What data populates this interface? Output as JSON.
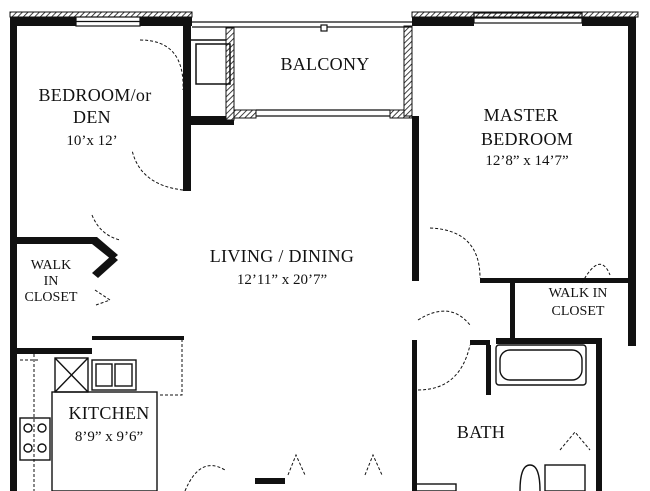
{
  "rooms": {
    "balcony": {
      "name": "BALCONY"
    },
    "bedroom_den": {
      "name_line1": "BEDROOM/or",
      "name_line2": "DEN",
      "size": "10’x 12’"
    },
    "master_bedroom": {
      "name_line1": "MASTER",
      "name_line2": "BEDROOM",
      "size": "12’8” x 14’7”"
    },
    "living_dining": {
      "name": "LIVING / DINING",
      "size": "12’11” x 20’7”"
    },
    "walk_in_closet_left": {
      "line1": "WALK",
      "line2": "IN",
      "line3": "CLOSET"
    },
    "walk_in_closet_right": {
      "line1": "WALK IN",
      "line2": "CLOSET"
    },
    "kitchen": {
      "name": "KITCHEN",
      "size": "8’9” x 9’6”"
    },
    "bath": {
      "name": "BATH"
    }
  },
  "colors": {
    "wall": "#111111",
    "background": "#ffffff"
  }
}
